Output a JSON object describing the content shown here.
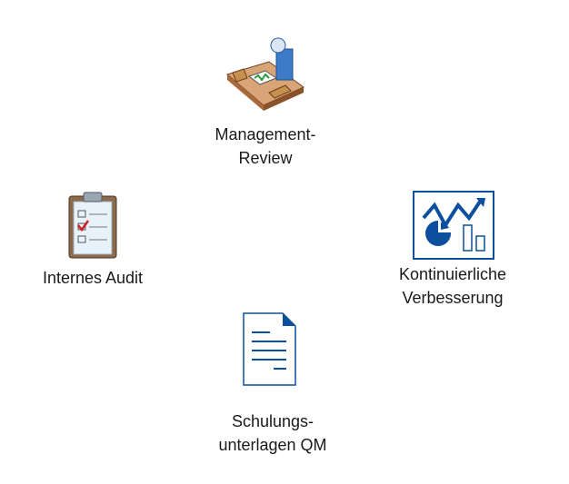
{
  "nodes": [
    {
      "id": "management",
      "lines": [
        "Management-",
        "Review"
      ],
      "icon": "desk-worker-icon"
    },
    {
      "id": "audit",
      "lines": [
        "Internes Audit"
      ],
      "icon": "clipboard-checklist-icon"
    },
    {
      "id": "improvement",
      "lines": [
        "Kontinuierliche",
        "Verbesserung"
      ],
      "icon": "chart-improvement-icon"
    },
    {
      "id": "training",
      "lines": [
        "Schulungs-",
        "unterlagen QM"
      ],
      "icon": "document-icon"
    }
  ],
  "colors": {
    "blue": "#0b4f9e",
    "text": "#1a1a1a"
  }
}
